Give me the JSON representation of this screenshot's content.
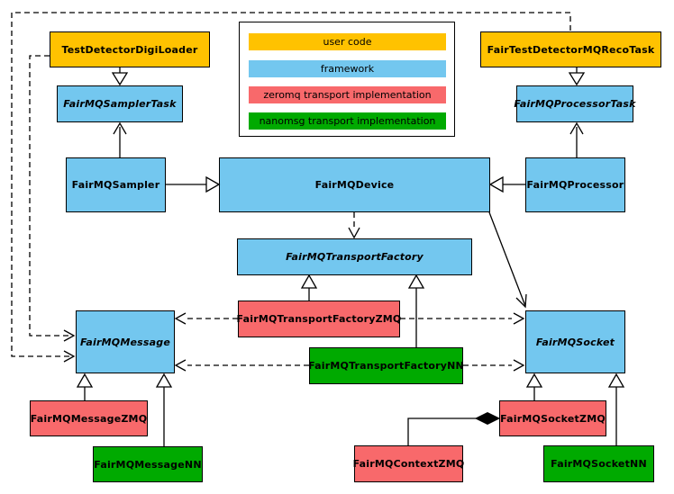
{
  "diagram": {
    "nodes": {
      "test_detector_digi_loader": {
        "label": "TestDetectorDigiLoader",
        "category": "user code"
      },
      "fair_test_detector_mq_reco_task": {
        "label": "FairTestDetectorMQRecoTask",
        "category": "user code"
      },
      "fairmq_sampler_task": {
        "label": "FairMQSamplerTask",
        "category": "framework",
        "abstract": true
      },
      "fairmq_processor_task": {
        "label": "FairMQProcessorTask",
        "category": "framework",
        "abstract": true
      },
      "fairmq_sampler": {
        "label": "FairMQSampler",
        "category": "framework"
      },
      "fairmq_device": {
        "label": "FairMQDevice",
        "category": "framework"
      },
      "fairmq_processor": {
        "label": "FairMQProcessor",
        "category": "framework"
      },
      "fairmq_transport_factory": {
        "label": "FairMQTransportFactory",
        "category": "framework",
        "abstract": true
      },
      "fairmq_transport_factory_zmq": {
        "label": "FairMQTransportFactoryZMQ",
        "category": "zeromq transport implementation"
      },
      "fairmq_transport_factory_nn": {
        "label": "FairMQTransportFactoryNN",
        "category": "nanomsg transport implementation"
      },
      "fairmq_message": {
        "label": "FairMQMessage",
        "category": "framework",
        "abstract": true
      },
      "fairmq_socket": {
        "label": "FairMQSocket",
        "category": "framework",
        "abstract": true
      },
      "fairmq_message_zmq": {
        "label": "FairMQMessageZMQ",
        "category": "zeromq transport implementation"
      },
      "fairmq_message_nn": {
        "label": "FairMQMessageNN",
        "category": "nanomsg transport implementation"
      },
      "fairmq_socket_zmq": {
        "label": "FairMQSocketZMQ",
        "category": "zeromq transport implementation"
      },
      "fairmq_socket_nn": {
        "label": "FairMQSocketNN",
        "category": "nanomsg transport implementation"
      },
      "fairmq_context_zmq": {
        "label": "FairMQContextZMQ",
        "category": "zeromq transport implementation"
      }
    },
    "legend": {
      "items": [
        {
          "label": "user code",
          "color": "#FFC200"
        },
        {
          "label": "framework",
          "color": "#73C7EF"
        },
        {
          "label": "zeromq transport implementation",
          "color": "#F8696B"
        },
        {
          "label": "nanomsg transport implementation",
          "color": "#00AA00"
        }
      ]
    },
    "colors": {
      "user_code": "#FFC200",
      "framework": "#73C7EF",
      "zeromq": "#F8696B",
      "nanomsg": "#00AA00",
      "line": "#000000",
      "background": "#FFFFFF"
    }
  }
}
